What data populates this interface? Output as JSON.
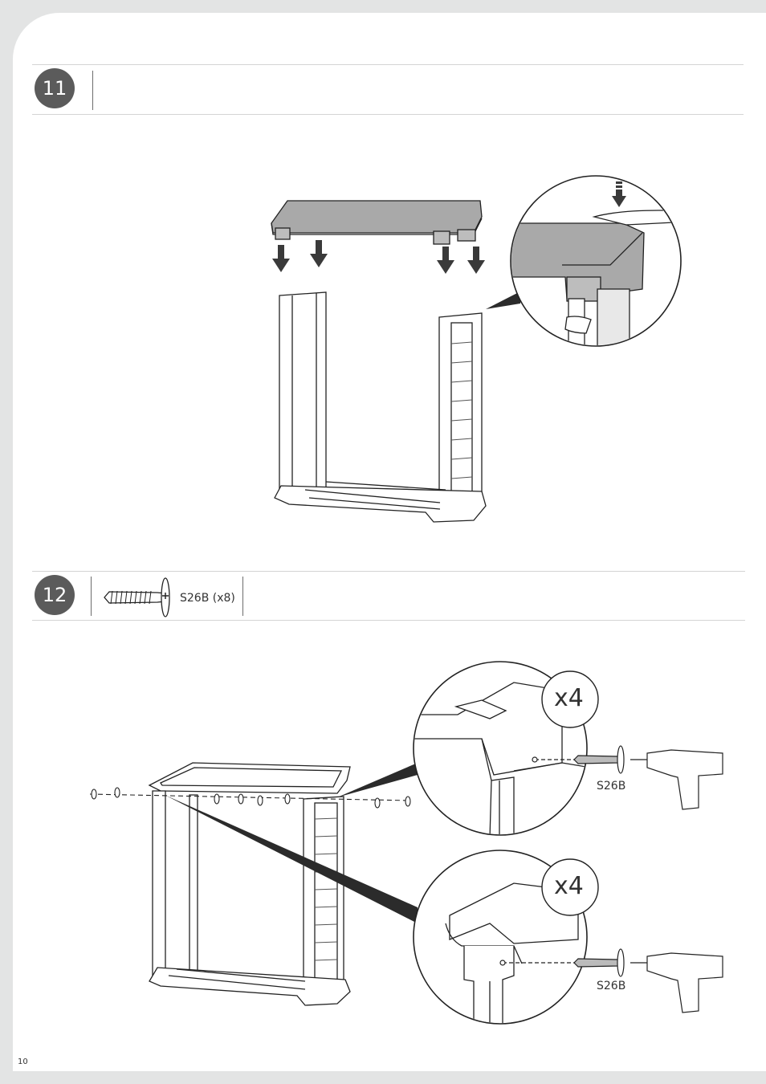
{
  "steps": [
    {
      "number": "11"
    },
    {
      "number": "12",
      "part_code": "S26B (x8)"
    }
  ],
  "callouts": {
    "multiplier_top": "x4",
    "multiplier_bottom": "x4",
    "screw_top": "S26B",
    "screw_bottom": "S26B"
  },
  "page_number": "10",
  "colors": {
    "badge": "#5b5b5b",
    "roof": "#a9a9a9",
    "arrow": "#3a3a3a",
    "background": "#e3e4e4"
  }
}
